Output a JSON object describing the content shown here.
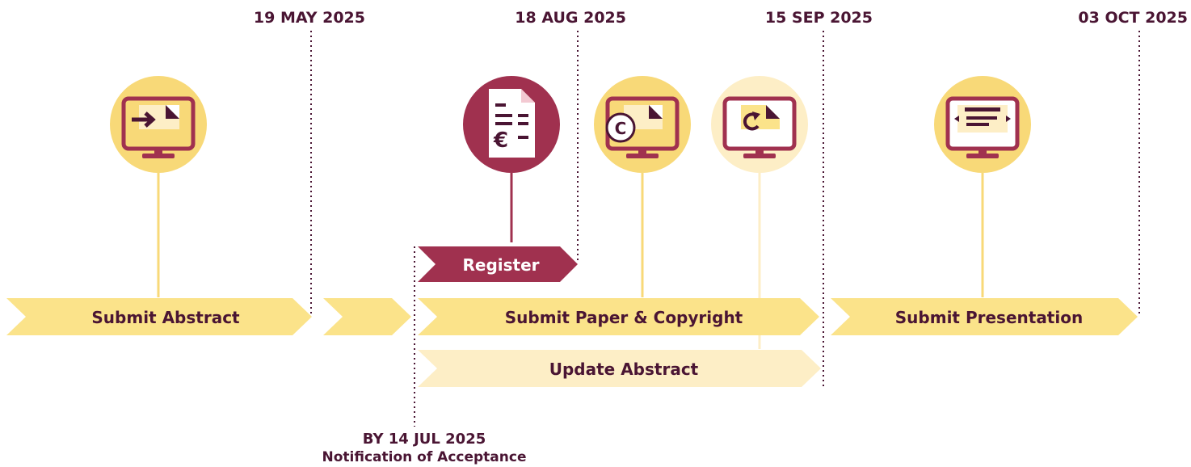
{
  "dates": {
    "d1": "19 MAY 2025",
    "d2": "18 AUG 2025",
    "d3": "15 SEP 2025",
    "d4": "03 OCT 2025"
  },
  "notification": {
    "date": "BY 14 JUL 2025",
    "label": "Notification of Acceptance"
  },
  "steps": {
    "submit_abstract": "Submit Abstract",
    "register": "Register",
    "submit_paper": "Submit Paper & Copyright",
    "update_abstract": "Update Abstract",
    "submit_presentation": "Submit Presentation"
  },
  "icons": {
    "copyright_letter": "C",
    "euro_symbol": "€"
  },
  "colors": {
    "accent": "#a0314f",
    "dark": "#4a1533",
    "yellow": "#fbe38a",
    "pale_yellow": "#fdeec6",
    "arrow_yellow": "#fbe38a",
    "line_yellow": "#f8d978"
  }
}
